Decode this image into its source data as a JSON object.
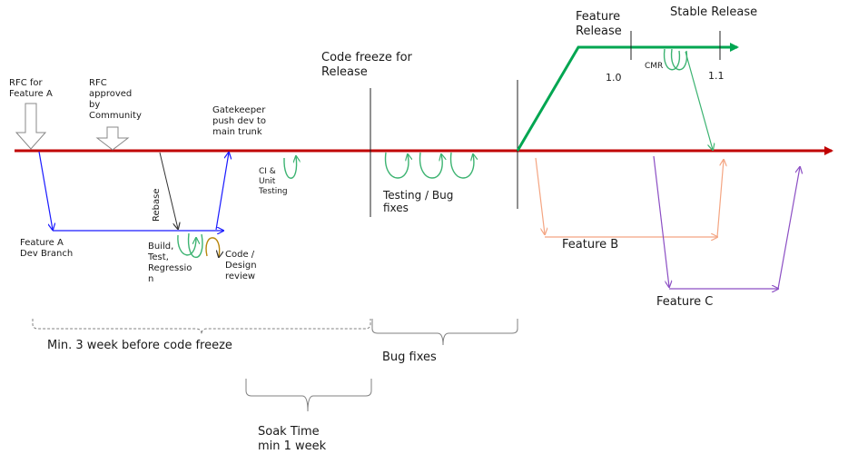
{
  "labels": {
    "rfc_feature_a": [
      "RFC for",
      "Feature A"
    ],
    "rfc_approved": [
      "RFC",
      "approved",
      "by",
      "Community"
    ],
    "gatekeeper": [
      "Gatekeeper",
      "push dev to",
      "main trunk"
    ],
    "ci_testing": [
      "CI &",
      "Unit",
      "Testing"
    ],
    "rebase": "Rebase",
    "feature_a_branch": [
      "Feature A",
      "Dev Branch"
    ],
    "build_test": [
      "Build,",
      "Test,",
      "Regressio",
      "n"
    ],
    "code_review": [
      "Code /",
      "Design",
      "review"
    ],
    "code_freeze": [
      "Code freeze for",
      "Release"
    ],
    "testing_bug_fixes": [
      "Testing / Bug",
      "fixes"
    ],
    "feature_release": [
      "Feature",
      "Release"
    ],
    "stable_release": "Stable Release",
    "cmr": "CMR",
    "v1_0": "1.0",
    "v1_1": "1.1",
    "feature_b": "Feature B",
    "feature_c": "Feature C",
    "min_3_week": "Min.  3 week  before code freeze",
    "bug_fixes": "Bug fixes",
    "soak_time": [
      "Soak Time",
      "min 1 week"
    ]
  },
  "colors": {
    "trunk": "#c00000",
    "release_branch": "#00a651",
    "feature_a": "#1a1aff",
    "feature_b": "#f4a582",
    "feature_c": "#8c4fc4",
    "loop_green": "#3cb371",
    "loop_review": "#b8860b",
    "text": "#1a1a1a",
    "brace": "#808080"
  }
}
